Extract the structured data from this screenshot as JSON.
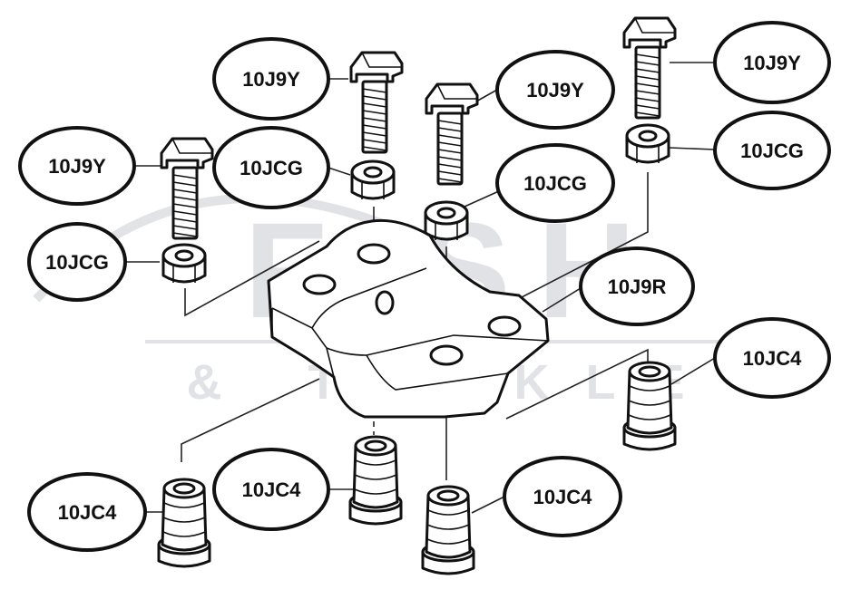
{
  "watermark": {
    "main": "FISH",
    "sub": "& TACKLE",
    "color": "#c9ccd0"
  },
  "callouts": [
    {
      "id": "bolt-1",
      "label": "10J9Y"
    },
    {
      "id": "washer-1",
      "label": "10JCG"
    },
    {
      "id": "bolt-2",
      "label": "10J9Y"
    },
    {
      "id": "washer-2",
      "label": "10JCG"
    },
    {
      "id": "bolt-3",
      "label": "10J9Y"
    },
    {
      "id": "washer-3",
      "label": "10JCG"
    },
    {
      "id": "bolt-4",
      "label": "10J9Y"
    },
    {
      "id": "washer-4",
      "label": "10JCG"
    },
    {
      "id": "plate",
      "label": "10J9R"
    },
    {
      "id": "nut-1",
      "label": "10JC4"
    },
    {
      "id": "nut-2",
      "label": "10JC4"
    },
    {
      "id": "nut-3",
      "label": "10JC4"
    },
    {
      "id": "nut-4",
      "label": "10JC4"
    }
  ]
}
